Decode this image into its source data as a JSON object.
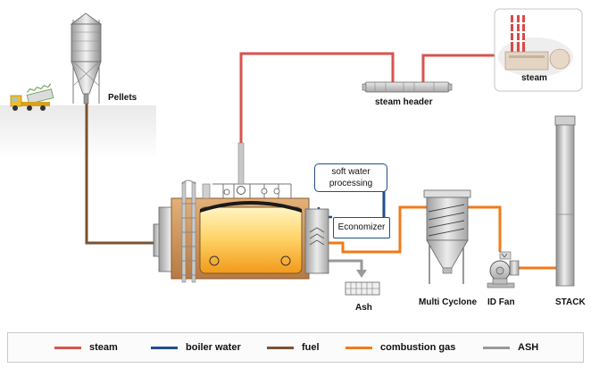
{
  "labels": {
    "pellets": "Pellets",
    "steam_header": "steam header",
    "steam_plant": "steam",
    "soft_water": "soft water processing",
    "economizer": "Economizer",
    "ash": "Ash",
    "multi_cyclone": "Multi Cyclone",
    "id_fan": "ID Fan",
    "stack": "STACK"
  },
  "legend": [
    {
      "label": "steam",
      "color": "#d9534f"
    },
    {
      "label": "boiler water",
      "color": "#1f4e8c"
    },
    {
      "label": "fuel",
      "color": "#7a5230"
    },
    {
      "label": "combustion gas",
      "color": "#f07a1a"
    },
    {
      "label": "ASH",
      "color": "#9a9a9a"
    }
  ],
  "colors": {
    "steam": "#d9534f",
    "boiler_water": "#1f4e8c",
    "fuel": "#7a5230",
    "combustion_gas": "#f07a1a",
    "ash": "#9a9a9a"
  }
}
